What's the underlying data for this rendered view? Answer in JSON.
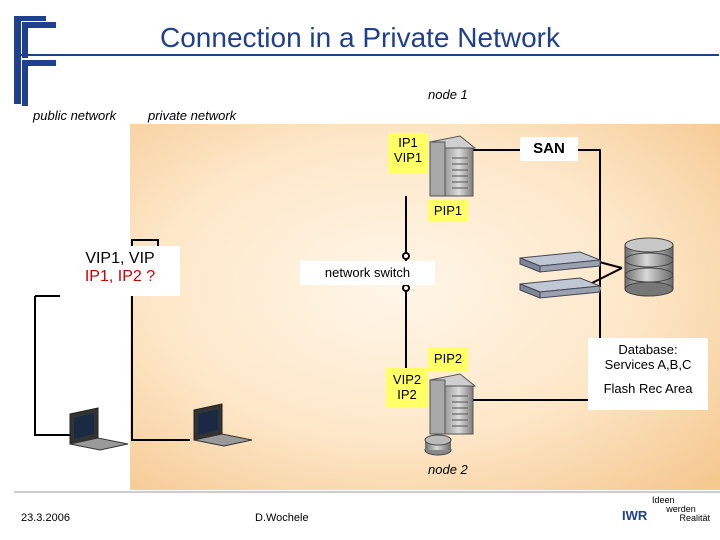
{
  "slide": {
    "title": "Connection in a Private Network"
  },
  "labels": {
    "public_network": "public network",
    "private_network": "private network",
    "node1": "node 1",
    "node2": "node 2",
    "san": "SAN",
    "network_switch": "network switch"
  },
  "node1_box": {
    "line1": "IP1",
    "line2": "VIP1"
  },
  "node2_box": {
    "line1": "VIP2",
    "line2": "IP2"
  },
  "pip1": "PIP1",
  "pip2": "PIP2",
  "client_box": {
    "line1": "VIP1, VIP",
    "line2": "IP1, IP2 ?"
  },
  "database_box": {
    "line1": "Database:",
    "line2": "Services A,B,C",
    "line3": "Flash Rec Area"
  },
  "footer": {
    "date": "23.3.2006",
    "author": "D.Wochele",
    "logo_text": "IWR",
    "tagline_1": "Ideen",
    "tagline_2": "werden",
    "tagline_3": "Realität"
  },
  "colors": {
    "title": "#1f3f8f",
    "highlight_box": "#ffff66",
    "client_text_red": "#cc0000"
  }
}
